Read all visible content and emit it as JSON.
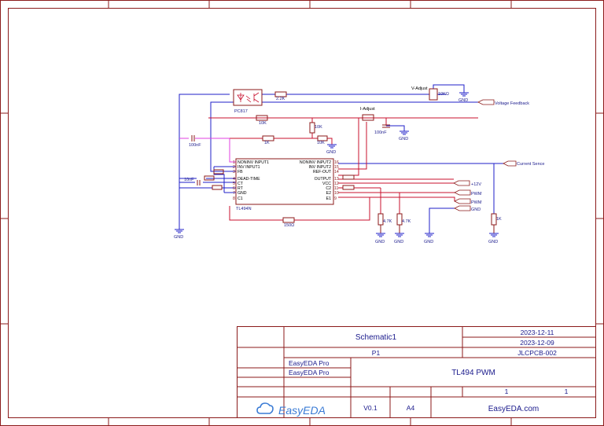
{
  "schematic": {
    "ic": {
      "name": "TL494N",
      "left_pins": [
        {
          "num": "1",
          "name": "NONINV INPUT1"
        },
        {
          "num": "2",
          "name": "INV INPUT1"
        },
        {
          "num": "3",
          "name": "FB"
        },
        {
          "num": "4",
          "name": "DEAD-TIME"
        },
        {
          "num": "5",
          "name": "CT"
        },
        {
          "num": "6",
          "name": "RT"
        },
        {
          "num": "7",
          "name": "GND"
        },
        {
          "num": "8",
          "name": "C1"
        }
      ],
      "right_pins": [
        {
          "num": "16",
          "name": "NONINV INPUT2"
        },
        {
          "num": "15",
          "name": "INV INPUT2"
        },
        {
          "num": "14",
          "name": "REF-OUT"
        },
        {
          "num": "13",
          "name": "OUTPUT"
        },
        {
          "num": "12",
          "name": "VCC"
        },
        {
          "num": "11",
          "name": "C2"
        },
        {
          "num": "10",
          "name": "E2"
        },
        {
          "num": "9",
          "name": "E1"
        }
      ]
    },
    "optocoupler": "PC817",
    "labels": {
      "v_adjust": "V-Adjust",
      "i_adjust": "I-Adjust",
      "r_2k2": "2.2K",
      "r_10k_a": "10K",
      "r_10k_b": "10K",
      "r_10k_c": "10K",
      "r_1k": "1K",
      "r_10k_pot": "10KΩ",
      "c_100nf_a": "100nF",
      "c_100nf_b": "100nF",
      "c_10nf": "10nF",
      "r_150": "150Ω",
      "r_4k7_a": "4.7K",
      "r_4k7_b": "4.7K",
      "r_1k_b": "1K"
    },
    "gnd_label": "GND",
    "net_flags": {
      "voltage_feedback": "Voltage Feedback",
      "current_sence": "Current Sence",
      "plus12v": "+12V",
      "pwm1": "PWM",
      "pwm2": "PWM",
      "gnd": "GND"
    }
  },
  "title_block": {
    "sheet_name": "Schematic1",
    "page": "P1",
    "date_created": "2023-12-11",
    "date_modified": "2023-12-09",
    "part_number": "JLCPCB-002",
    "drawn_by": "EasyEDA Pro",
    "reviewed_by": "EasyEDA Pro",
    "project_title": "TL494 PWM",
    "sheet_index": "1",
    "sheet_total": "1",
    "version": "V0.1",
    "paper": "A4",
    "logo_text": "EasyEDA",
    "website": "EasyEDA.com"
  },
  "colors": {
    "frame": "#8b1a1a",
    "wire_blue": "#1f1fc8",
    "wire_red": "#c8102e",
    "wire_magenta": "#e040e0",
    "component": "#8b1a1a",
    "text_blue": "#1a1a8c",
    "logo": "#3a7bd5"
  }
}
